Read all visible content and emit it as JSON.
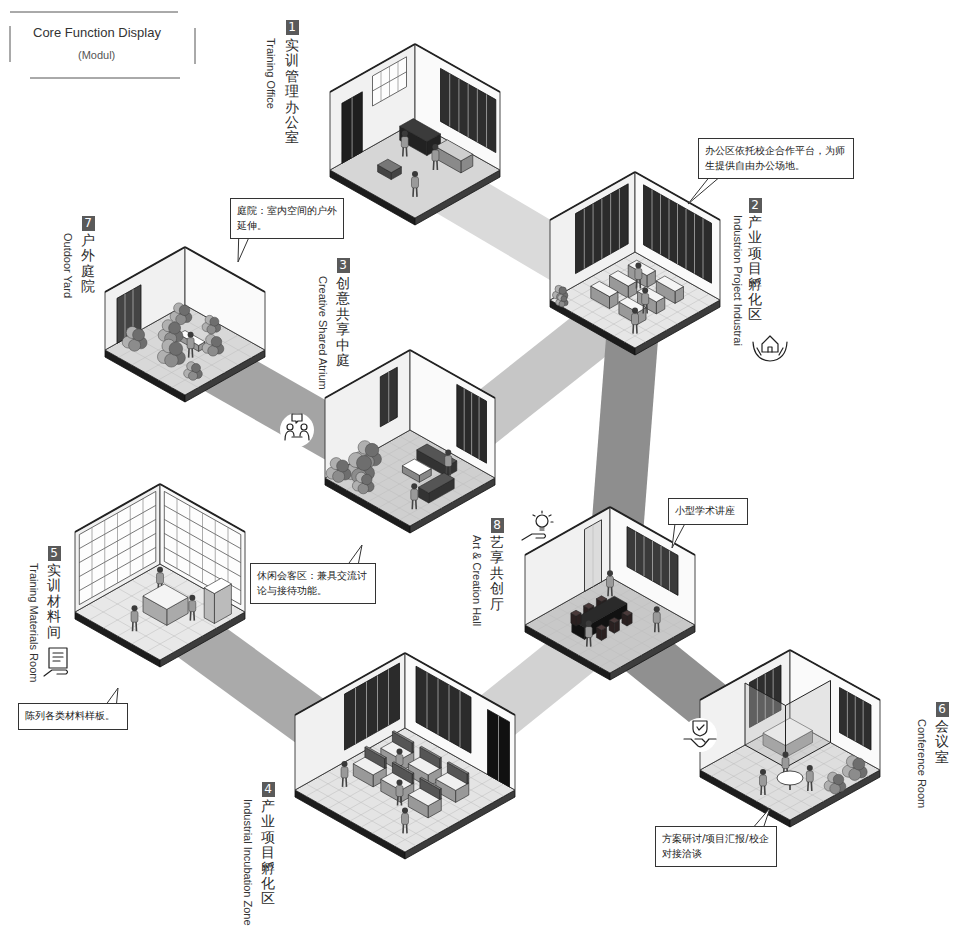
{
  "diagram": {
    "title": "Core Function Display",
    "nodes": [
      {
        "text": [
          "1",
          "实训管理办公室",
          "Training Office"
        ]
      },
      {
        "text": [
          "办公区依托校企合作平台，为师生提供自由办公场地。"
        ]
      },
      {
        "text": [
          "2",
          "产业项目孵化区",
          "Industrion Project Industrai"
        ]
      },
      {
        "text": [
          "7",
          "户外庭院",
          "Outdoor Yard"
        ]
      },
      {
        "text": [
          "庭院：室内空间的户外延伸。"
        ]
      },
      {
        "text": [
          "3",
          "创意共享中庭",
          "Creative Shared Atrium"
        ]
      },
      {
        "text": [
          "休闲会客区：兼具交流讨论与接待功能。"
        ]
      },
      {
        "text": [
          "5",
          "实训材料间",
          "Training Materials Room"
        ]
      },
      {
        "text": [
          "8",
          "艺享共创厅",
          "Art & Creation Hall"
        ]
      },
      {
        "text": [
          "小型学术讲座"
        ]
      },
      {
        "text": [
          "陈列各类材料样板。"
        ]
      },
      {
        "text": [
          "4",
          "产业项目孵化区",
          "Industrial Incubation Zone"
        ]
      },
      {
        "text": [
          "6",
          "会议室",
          "Conference Room"
        ]
      },
      {
        "text": [
          "方案研讨/项目汇报/校企对接洽谈"
        ]
      }
    ],
    "edges": [
      {
        "from": 0,
        "to": 2,
        "arrow": "none"
      },
      {
        "from": 2,
        "to": 5,
        "arrow": "none"
      },
      {
        "from": 5,
        "to": 3,
        "arrow": "none"
      },
      {
        "from": 2,
        "to": 8,
        "arrow": "none"
      },
      {
        "from": 8,
        "to": 11,
        "arrow": "none"
      },
      {
        "from": 8,
        "to": 12,
        "arrow": "none"
      },
      {
        "from": 11,
        "to": 7,
        "arrow": "none"
      }
    ],
    "labels": [
      "(Modul)"
    ]
  }
}
